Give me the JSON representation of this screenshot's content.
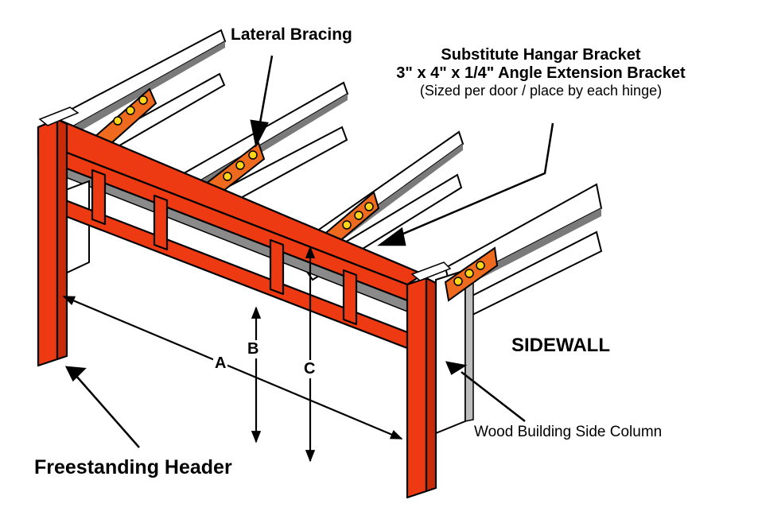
{
  "labels": {
    "lateral_bracing": "Lateral Bracing",
    "bracket_line1": "Substitute Hangar Bracket",
    "bracket_line2": "3\" x 4\" x 1/4\" Angle Extension Bracket",
    "bracket_line3": "(Sized per door / place by each hinge)",
    "sidewall": "SIDEWALL",
    "side_column": "Wood Building Side Column",
    "freestanding_header": "Freestanding Header"
  },
  "dimensions": {
    "a": "A",
    "b": "B",
    "c": "C"
  },
  "colors": {
    "frame": "#ee3a12",
    "bracket": "#ee6a1e",
    "bolt": "#ffd51a",
    "outline": "#000000",
    "beam": "#ffffff",
    "shadow": "#7a7a7a"
  }
}
